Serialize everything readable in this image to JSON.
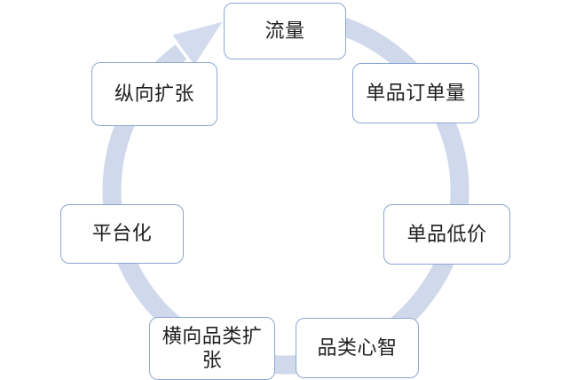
{
  "diagram": {
    "type": "cycle",
    "direction": "clockwise",
    "nodes": [
      {
        "id": "traffic",
        "label": "流量"
      },
      {
        "id": "single-product-order-volume",
        "label": "单品订单量"
      },
      {
        "id": "single-product-low-price",
        "label": "单品低价"
      },
      {
        "id": "category-mindshare",
        "label": "品类心智"
      },
      {
        "id": "horizontal-category-expansion",
        "label": "横向品类扩张"
      },
      {
        "id": "platformization",
        "label": "平台化"
      },
      {
        "id": "vertical-expansion",
        "label": "纵向扩张"
      }
    ]
  },
  "colors": {
    "ring": "#CFD9EB",
    "arrowhead": "#D3DCEE",
    "node_border": "#8CA6D4",
    "node_bg": "#FFFFFF",
    "text": "#1F1F1F",
    "background": "#FFFFFF"
  }
}
